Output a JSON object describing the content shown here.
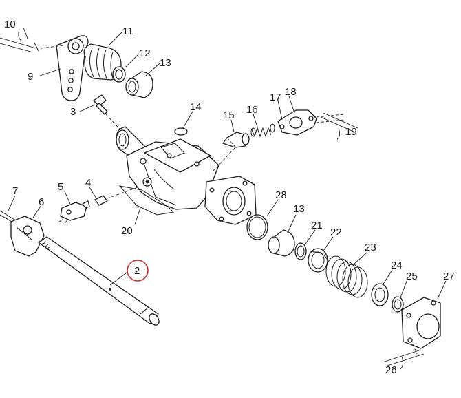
{
  "labels": [
    "2",
    "3",
    "4",
    "5",
    "6",
    "7",
    "9",
    "10",
    "11",
    "12",
    "13",
    "13",
    "14",
    "15",
    "16",
    "17",
    "18",
    "19",
    "20",
    "21",
    "22",
    "23",
    "24",
    "25",
    "26",
    "27",
    "28"
  ],
  "highlighted_label": "2",
  "colors": {
    "line": "#1a1a1a",
    "highlight": "#d22a2a",
    "background": "#ffffff"
  }
}
